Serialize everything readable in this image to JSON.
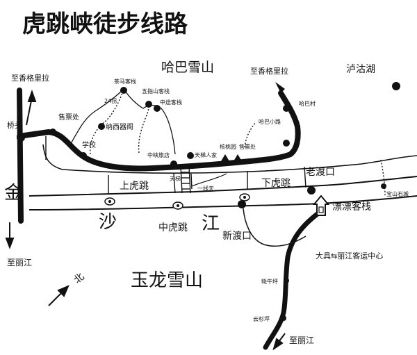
{
  "title": "虎跳峡徒步线路",
  "mountains": {
    "haba": "哈巴雪山",
    "yulong": "玉龙雪山"
  },
  "rivers": {
    "jin": "金",
    "sha": "沙",
    "jiang": "江"
  },
  "lake": "泸沽湖",
  "directions": {
    "to_shangrila_left": "至香格里拉",
    "to_shangrila_right": "至香格里拉",
    "to_lijiang_left": "至丽江",
    "to_lijiang_bottom": "至丽江",
    "north": "北"
  },
  "places": {
    "qiaotou": "桥头",
    "ticket_office_1": "售票处",
    "ticket_office_2": "售票处",
    "school": "学校",
    "naxi_inn": "纳西器阁",
    "tea_horse_inn": "茶马客栈",
    "bends_24": "24拐",
    "five_finger_inn": "五指山客栈",
    "halfway_inn": "中途客栈",
    "zhongxia_hotel": "中峡旅店",
    "tianti_inn": "天梯人家",
    "viewing_platform": "核桃园",
    "haba_path": "哈巴小路",
    "haba_village": "哈巴村",
    "tianti": "天梯",
    "yixiantian": "一线天",
    "shanghutiao": "上虎跳",
    "zhonghutiao": "中虎跳",
    "xiahutiao": "下虎跳",
    "laodukou": "老渡口",
    "xindukou": "新渡口",
    "piaopiao_inn": "漂漂客栈",
    "baoshan_stone": "宝山石城",
    "daju_transit": "大具⇆丽江客运中心",
    "maoniuping": "牦牛坪",
    "yunshanping": "云杉坪"
  }
}
